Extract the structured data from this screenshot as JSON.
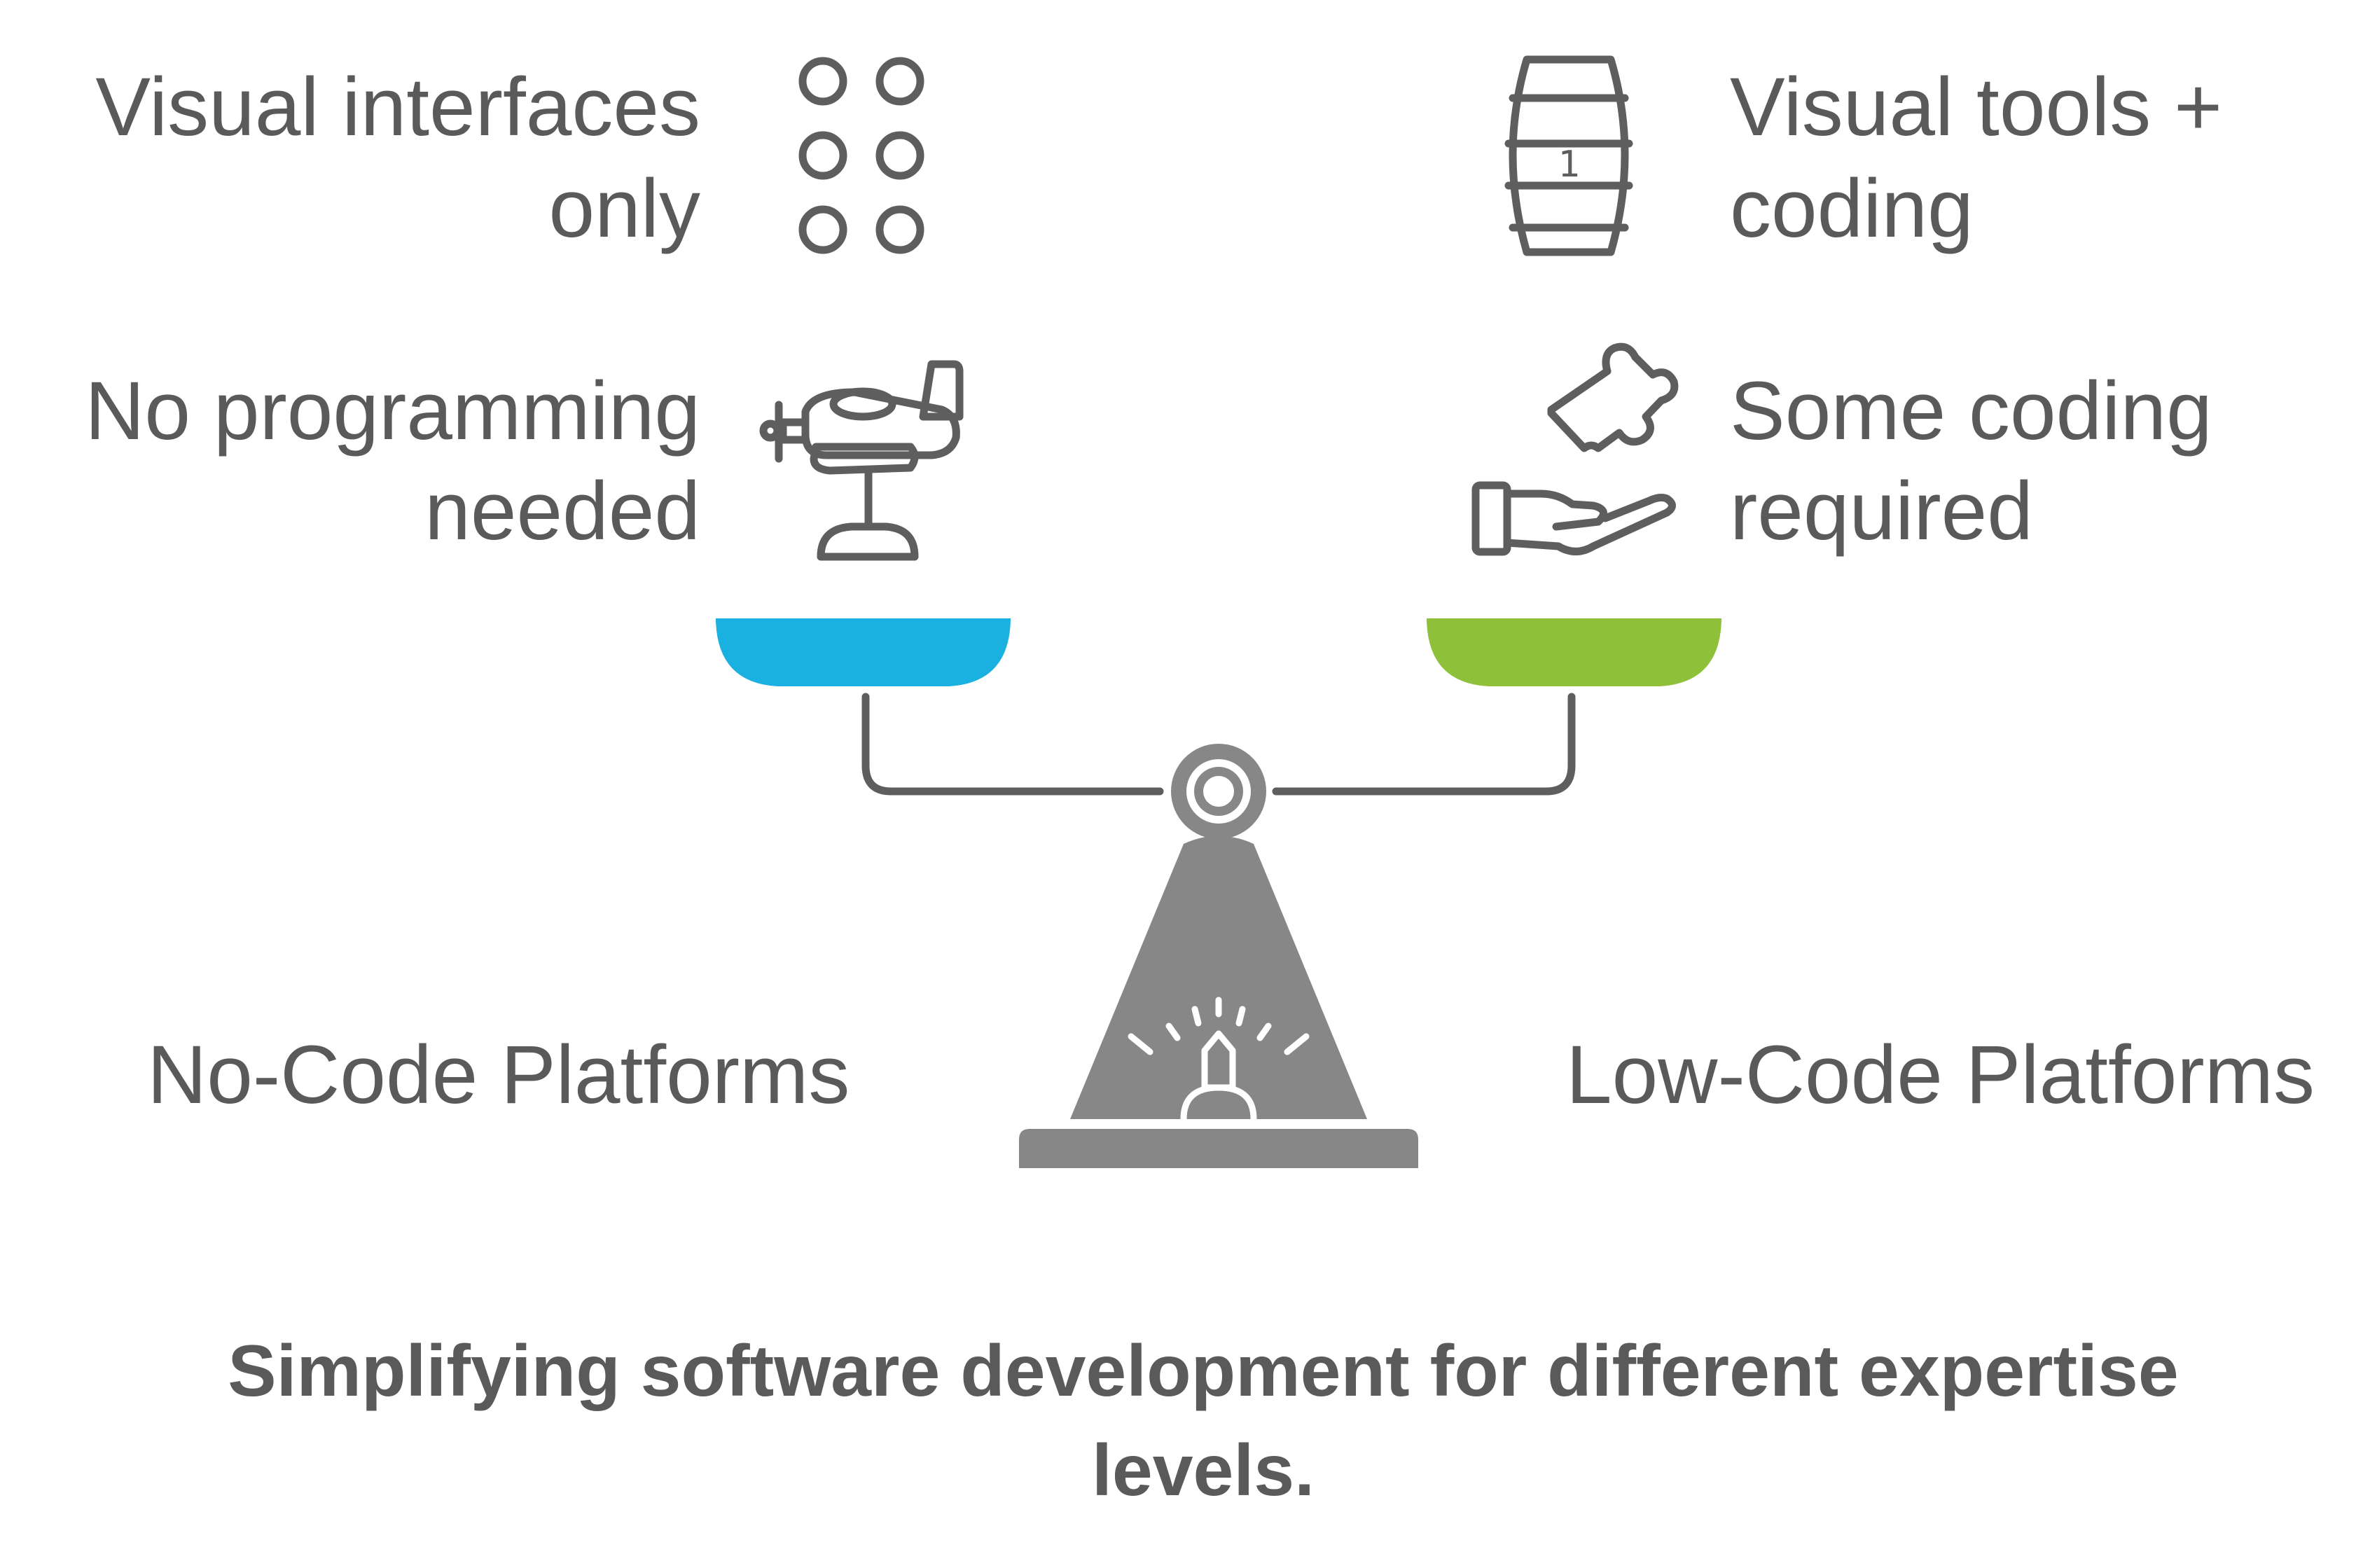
{
  "left": {
    "top_label": [
      "Visual interfaces",
      "only"
    ],
    "middle_label": [
      "No programming",
      "needed"
    ],
    "platform_label": "No-Code Platforms",
    "top_icon": "dots-grid-icon",
    "middle_icon": "toy-airplane-icon",
    "pan_color": "#1ab0e0"
  },
  "right": {
    "top_label": [
      "Visual tools +",
      "coding"
    ],
    "middle_label": [
      "Some coding",
      "required"
    ],
    "platform_label": "Low-Code Platforms",
    "top_icon": "barrel-icon",
    "middle_icon": "hand-puzzle-icon",
    "pan_color": "#8fc03a"
  },
  "scale": {
    "icon": "balance-scale-icon",
    "base_color": "#878787",
    "arm_color": "#5e5e5e"
  },
  "caption": [
    "Simplifying software development for different expertise",
    "levels."
  ]
}
